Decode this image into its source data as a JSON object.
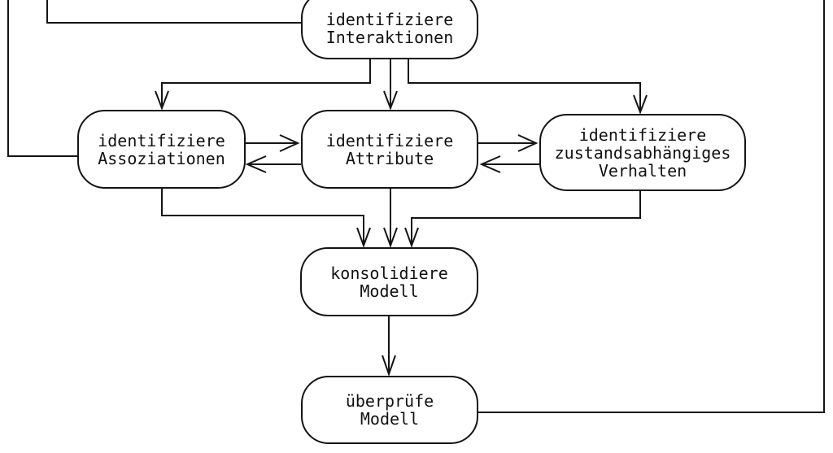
{
  "diagram": {
    "type": "flowchart",
    "language": "de",
    "colors": {
      "background": "#ffffff",
      "line": "#141414",
      "text": "#111111"
    },
    "nodes": {
      "interaktionen": {
        "lines": [
          "identifiziere",
          "Interaktionen"
        ]
      },
      "assoziationen": {
        "lines": [
          "identifiziere",
          "Assoziationen"
        ]
      },
      "attribute": {
        "lines": [
          "identifiziere",
          "Attribute"
        ]
      },
      "verhalten": {
        "lines": [
          "identifiziere",
          "zustandsabhängiges",
          "Verhalten"
        ]
      },
      "konsolidiere": {
        "lines": [
          "konsolidiere",
          "Modell"
        ]
      },
      "ueberpruefe": {
        "lines": [
          "überprüfe",
          "Modell"
        ]
      }
    },
    "edges": [
      {
        "from": "offscreen-top-left-outer",
        "to": "assoziationen",
        "arrowhead": false
      },
      {
        "from": "offscreen-top-left-inner",
        "to": "interaktionen",
        "arrowhead": false
      },
      {
        "from": "interaktionen",
        "to": "assoziationen",
        "arrowhead": true
      },
      {
        "from": "interaktionen",
        "to": "attribute",
        "arrowhead": true
      },
      {
        "from": "interaktionen",
        "to": "verhalten",
        "arrowhead": true
      },
      {
        "from": "assoziationen",
        "to": "attribute",
        "arrowhead": true
      },
      {
        "from": "attribute",
        "to": "assoziationen",
        "arrowhead": true
      },
      {
        "from": "attribute",
        "to": "verhalten",
        "arrowhead": true
      },
      {
        "from": "verhalten",
        "to": "attribute",
        "arrowhead": true
      },
      {
        "from": "assoziationen",
        "to": "konsolidiere",
        "arrowhead": true
      },
      {
        "from": "attribute",
        "to": "konsolidiere",
        "arrowhead": true
      },
      {
        "from": "verhalten",
        "to": "konsolidiere",
        "arrowhead": true
      },
      {
        "from": "konsolidiere",
        "to": "ueberpruefe",
        "arrowhead": true
      },
      {
        "from": "ueberpruefe",
        "to": "offscreen-top-right",
        "arrowhead": false
      }
    ]
  }
}
